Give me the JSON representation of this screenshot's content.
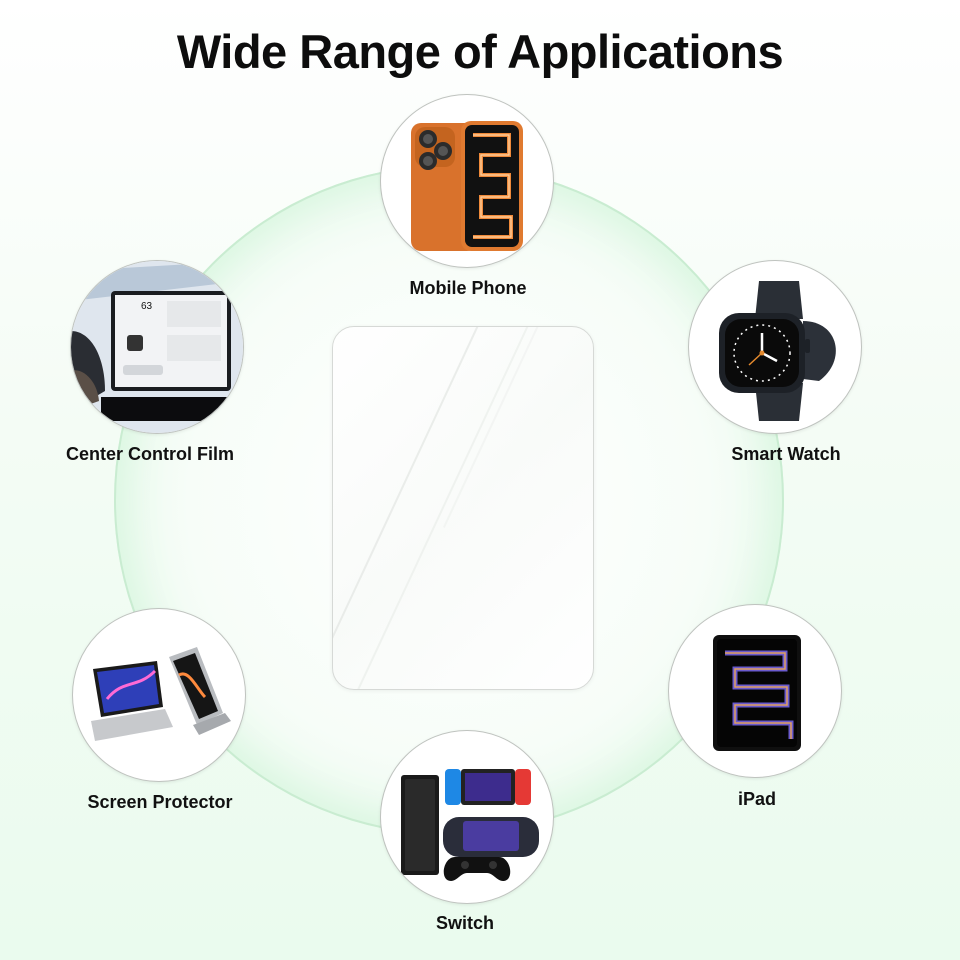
{
  "title": "Wide Range of Applications",
  "applications": [
    {
      "id": "mobile-phone",
      "label": "Mobile Phone",
      "icon": "smartphone-icon"
    },
    {
      "id": "smart-watch",
      "label": "Smart Watch",
      "icon": "smartwatch-icon"
    },
    {
      "id": "ipad",
      "label": "iPad",
      "icon": "tablet-icon"
    },
    {
      "id": "switch",
      "label": "Switch",
      "icon": "game-console-icon"
    },
    {
      "id": "screen-protector",
      "label": "Screen Protector",
      "icon": "laptop-icon"
    },
    {
      "id": "center-control-film",
      "label": "Center Control Film",
      "icon": "car-dashboard-icon"
    }
  ],
  "center_image": "tempered-glass-protector-icon",
  "colors": {
    "accent_green": "#d4f5dc",
    "ring_border": "#c9ecd1",
    "phone_orange": "#d9722c"
  }
}
